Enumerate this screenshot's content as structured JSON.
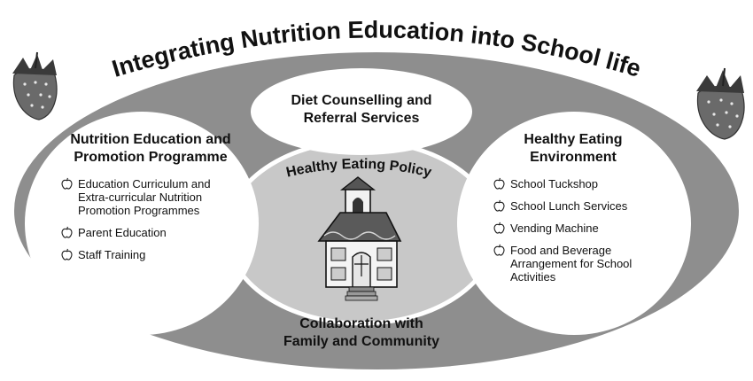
{
  "title": "Integrating Nutrition Education into School life",
  "center_title": "Healthy Eating Policy",
  "top_box": {
    "line1": "Diet Counselling and",
    "line2": "Referral Services"
  },
  "bottom_box": {
    "line1": "Collaboration with",
    "line2": "Family and Community"
  },
  "left_panel": {
    "line1": "Nutrition Education and",
    "line2": "Promotion Programme",
    "items": [
      [
        "Education Curriculum and",
        "Extra-curricular Nutrition",
        "Promotion Programmes"
      ],
      [
        "Parent Education"
      ],
      [
        "Staff Training"
      ]
    ]
  },
  "right_panel": {
    "line1": "Healthy Eating",
    "line2": "Environment",
    "items": [
      [
        "School Tuckshop"
      ],
      [
        "School Lunch Services"
      ],
      [
        "Vending Machine"
      ],
      [
        "Food and Beverage",
        "Arrangement for School",
        "Activities"
      ]
    ]
  },
  "colors": {
    "outer": "#8e8e8e",
    "inner": "#c8c8c8",
    "panel": "#ffffff",
    "ink": "#111111"
  },
  "icons": {
    "decoration": "strawberry-icon",
    "bullet": "apple-icon",
    "center": "school-house-icon"
  }
}
